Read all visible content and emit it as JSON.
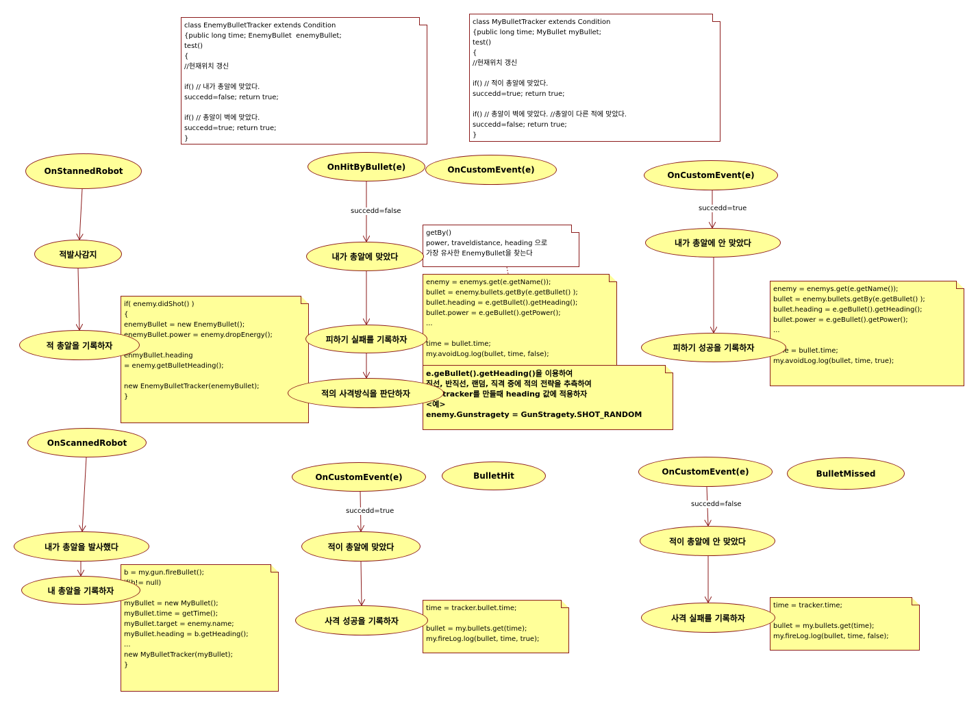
{
  "nodes": {
    "n1": "OnStannedRobot",
    "n2": "적발사감지",
    "n3": "적 총알을 기록하자",
    "n4": "OnHitByBullet(e)",
    "n5": "OnCustomEvent(e)",
    "n6": "내가 총알에 맞았다",
    "n7": "피하기 실패를 기록하자",
    "n8": "적의 사격방식을 판단하자",
    "n9": "OnCustomEvent(e)",
    "n10": "내가 총알에 안 맞았다",
    "n11": "피하기 성공을 기록하자",
    "n12": "OnScannedRobot",
    "n13": "내가 총알을 발사했다",
    "n14": "내 총알을 기록하자",
    "n15": "OnCustomEvent(e)",
    "n16": "BulletHit",
    "n17": "적이 총알에 맞았다",
    "n18": "사격 성공을 기록하자",
    "n19": "OnCustomEvent(e)",
    "n20": "BulletMissed",
    "n21": "적이 총알에 안 맞았다",
    "n22": "사격 실패를 기록하자"
  },
  "edge_labels": {
    "e1": "succedd=false",
    "e2": "succedd=true",
    "e3": "succedd=true",
    "e4": "succedd=false"
  },
  "notes": {
    "enemy_tracker": [
      "class EnemyBulletTracker extends Condition",
      "{public long time; EnemyBullet  enemyBullet;",
      "test()",
      "{",
      "//현재위치 갱신",
      "",
      "if() // 내가 총알에 맞았다.",
      "succedd=false; return true;",
      "",
      "if() // 총알이 벽에 맞았다.",
      "succedd=true; return true;",
      "}"
    ],
    "my_tracker": [
      "class MyBulletTracker extends Condition",
      "{public long time; MyBullet myBullet;",
      "test()",
      "{",
      "//현재위치 갱신",
      "",
      "if() // 적이 총알에 맞았다.",
      "succedd=true; return true;",
      "",
      "if() // 총알이 벽에 맞았다. //총알이 다른 적에 맞았다.",
      "succedd=false; return true;",
      "}"
    ],
    "getby": [
      "getBy()",
      "power, traveldistance, heading 으로",
      "가장 유사한 EnemyBullet을 찾는다"
    ],
    "avoid_fail": [
      "enemy = enemys.get(e.getName());",
      "bullet = enemy.bullets.getBy(e.getBullet() );",
      "bullet.heading = e.getBullet().getHeading();",
      "bullet.power = e.geBullet().getPower();",
      "...",
      "",
      "time = bullet.time;",
      "my.avoidLog.log(bullet, time, false);"
    ],
    "enemy_shot": [
      "if( enemy.didShot() )",
      "{",
      "enemyBullet = new EnemyBullet();",
      "enemyBullet.power = enemy.dropEnergy();",
      "...",
      "enmyBullet.heading",
      "= enemy.getBulletHeading();",
      "",
      "new EnemyBulletTracker(enemyBullet);",
      "}"
    ],
    "strategy": [
      "e.geBullet().getHeading()을 이용하여",
      "직선, 반직선, 랜덤, 직격 중에 적의 전략을 추측하여",
      "추후 tracker를 만들때 heading 값에 적용하자",
      "<예>",
      "enemy.Gunstragety = GunStragety.SHOT_RANDOM"
    ],
    "avoid_success": [
      "enemy = enemys.get(e.getName());",
      "bullet = enemy.bullets.getBy(e.getBullet() );",
      "bullet.heading = e.geBullet().getHeading();",
      "bullet.power = e.geBullet().getPower();",
      "...",
      "",
      "time = bullet.time;",
      "my.avoidLog.log(bullet, time, true);"
    ],
    "my_shot": [
      "b = my.gun.fireBullet();",
      "if(b!= null)",
      "{",
      "myBullet = new MyBullet();",
      "myBullet.time = getTime();",
      "myBullet.target = enemy.name;",
      "myBullet.heading = b.getHeading();",
      "...",
      "new MyBulletTracker(myBullet);",
      "}"
    ],
    "fire_success": [
      "time = tracker.bullet.time;",
      "",
      "bullet = my.bullets.get(time);",
      "my.fireLog.log(bullet, time, true);"
    ],
    "fire_fail": [
      "time = tracker.time;",
      "",
      "bullet = my.bullets.get(time);",
      "my.fireLog.log(bullet, time, false);"
    ]
  },
  "colors": {
    "node_fill": "#ffff99",
    "border": "#8b1a1a",
    "edge": "#8b1a1a"
  }
}
